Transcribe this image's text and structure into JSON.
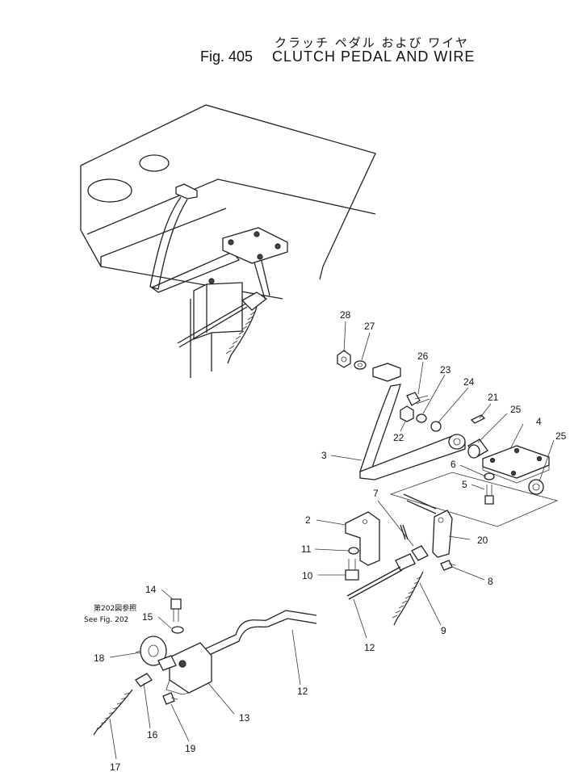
{
  "header": {
    "title_jp": "クラッチ ペダル および ワイヤ",
    "fig_label": "Fig. 405",
    "title_en": "CLUTCH PEDAL AND WIRE"
  },
  "reference": {
    "jp": "第202図参照",
    "en": "See Fig. 202"
  },
  "callouts": [
    "28",
    "27",
    "26",
    "23",
    "24",
    "22",
    "21",
    "25",
    "4",
    "25",
    "3",
    "6",
    "5",
    "7",
    "2",
    "20",
    "11",
    "10",
    "8",
    "12",
    "9",
    "14",
    "15",
    "18",
    "12",
    "13",
    "16",
    "17",
    "19"
  ]
}
